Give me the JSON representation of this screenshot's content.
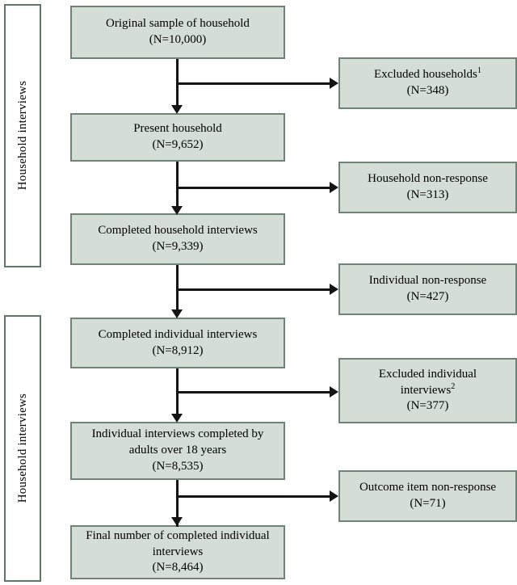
{
  "figure": {
    "type": "flowchart",
    "orientation": "vertical",
    "palette": {
      "node_fill": "#d4ded6",
      "node_border": "#6f8476",
      "label_border": "#5f7668",
      "connector": "#141414",
      "background": "#ffffff",
      "text": "#000000"
    }
  },
  "side_labels": [
    {
      "text": "Household interviews",
      "orientation": "vertical-bottom-to-top"
    },
    {
      "text": "Household interviews",
      "orientation": "vertical-bottom-to-top"
    }
  ],
  "main_nodes": [
    {
      "id": "original-sample",
      "line1": "Original sample of household",
      "line2": "",
      "count_line": "(N=10,000)",
      "n": 10000
    },
    {
      "id": "present-household",
      "line1": "Present household",
      "line2": "",
      "count_line": "(N=9,652)",
      "n": 9652
    },
    {
      "id": "completed-household-interviews",
      "line1": "Completed household interviews",
      "line2": "",
      "count_line": "(N=9,339)",
      "n": 9339
    },
    {
      "id": "completed-individual-interviews",
      "line1": "Completed individual interviews",
      "line2": "",
      "count_line": "(N=8,912)",
      "n": 8912
    },
    {
      "id": "adults-over-18",
      "line1": "Individual interviews completed by",
      "line2": "adults over 18 years",
      "count_line": "(N=8,535)",
      "n": 8535
    },
    {
      "id": "final-number",
      "line1": "Final number of completed individual",
      "line2": "interviews",
      "count_line": "(N=8,464)",
      "n": 8464
    }
  ],
  "exclusion_nodes": [
    {
      "id": "excluded-households",
      "line1": "Excluded households",
      "footnote": "1",
      "line2": "",
      "count_line": "(N=348)",
      "n": 348
    },
    {
      "id": "household-non-response",
      "line1": "Household non-response",
      "footnote": "",
      "line2": "",
      "count_line": "(N=313)",
      "n": 313
    },
    {
      "id": "individual-non-response",
      "line1": "Individual non-response",
      "footnote": "",
      "line2": "",
      "count_line": "(N=427)",
      "n": 427
    },
    {
      "id": "excluded-individual-interviews",
      "line1": "Excluded individual",
      "line2": "interviews",
      "footnote": "2",
      "count_line": "(N=377)",
      "n": 377
    },
    {
      "id": "outcome-item-non-response",
      "line1": "Outcome item non-response",
      "footnote": "",
      "line2": "",
      "count_line": "(N=71)",
      "n": 71
    }
  ]
}
